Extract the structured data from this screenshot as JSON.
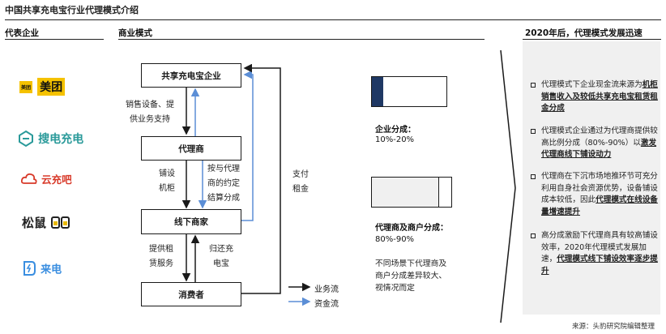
{
  "title": "中国共享充电宝行业代理模式介绍",
  "sections": {
    "representatives": "代表企业",
    "business_model": "商业模式",
    "trend": "2020年后，代理模式发展迅速"
  },
  "logos": {
    "meituan_badge": "美团",
    "meituan": "美团",
    "soudian": "搜电充电",
    "yunchongba": "云充吧",
    "songshu": "松鼠",
    "laidian": "来电"
  },
  "flow": {
    "box_company": "共享充电宝企业",
    "box_agent": "代理商",
    "box_merchant": "线下商家",
    "box_consumer": "消费者",
    "label_sell": [
      "销售设备、提",
      "供业务支持"
    ],
    "label_deploy": [
      "铺设",
      "机柜"
    ],
    "label_share": [
      "按与代理",
      "商的约定",
      "结算分成"
    ],
    "label_rent_fee": [
      "支付",
      "租金"
    ],
    "label_provide": [
      "提供租",
      "赁服务"
    ],
    "label_return": [
      "归还充",
      "电宝"
    ],
    "legend_business": "业务流",
    "legend_fund": "资金流",
    "colors": {
      "business": "#1a1a1a",
      "fund": "#5b8ed6"
    }
  },
  "shares": {
    "company_label": "企业分成：",
    "company_value": "10%-20%",
    "agent_label": "代理商及商户分成：",
    "agent_value": "80%-90%",
    "note": [
      "不同场景下代理商及",
      "商户分成差异较大、",
      "视情况而定"
    ],
    "company_bar_fill": 0.15,
    "agent_bar_fill": 0.85,
    "colors": {
      "dark": "#1f3864"
    }
  },
  "bullets": [
    {
      "plain": "代理模式下企业现金流来源为",
      "bold": "机柜销售收入及较低共享充电宝租赁租金分成",
      "tail": ""
    },
    {
      "plain": "代理模式企业通过为代理商提供较高比例分成（80%-90%）以",
      "bold": "激发代理商线下铺设动力",
      "tail": ""
    },
    {
      "plain": "代理商在下沉市场地推环节可充分利用自身社会资源优势，设备铺设成本较低，因此",
      "bold": "代理模式在线设备量增速提升",
      "tail": ""
    },
    {
      "plain": "高分成激励下代理商具有较高铺设效率，2020年代理模式发展加速，",
      "bold": "代理模式线下铺设效率逐步提升",
      "tail": ""
    }
  ],
  "source": "来源：头豹研究院编辑整理"
}
